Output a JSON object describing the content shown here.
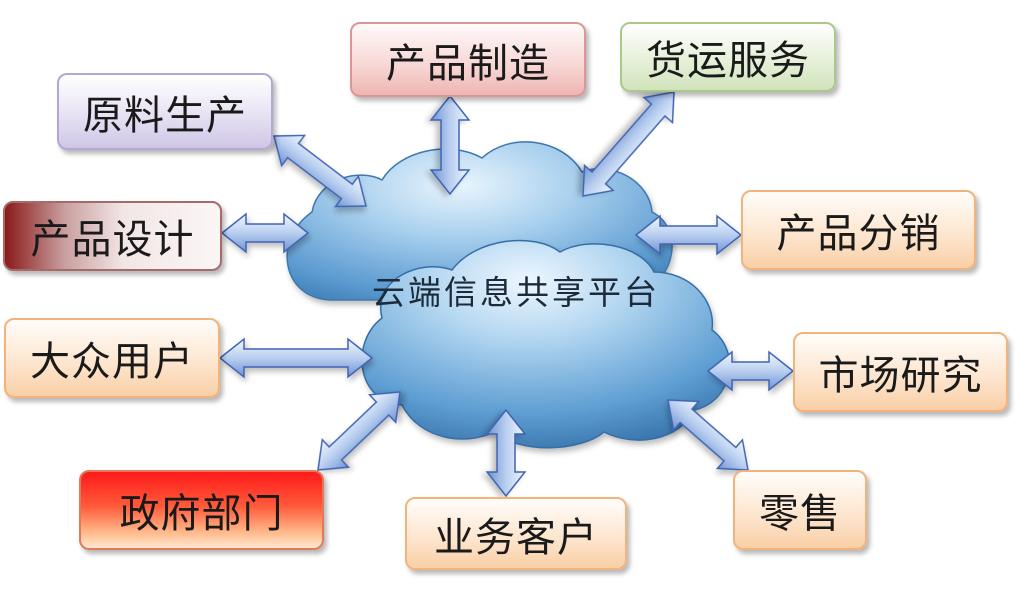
{
  "center": {
    "label": "云端信息共享平台"
  },
  "nodes": {
    "product_manufacturing": "产品制造",
    "freight_services": "货运服务",
    "raw_material_production": "原料生产",
    "product_design": "产品设计",
    "product_distribution": "产品分销",
    "public_users": "大众用户",
    "market_research": "市场研究",
    "government_departments": "政府部门",
    "business_customers": "业务客户",
    "retail": "零售"
  },
  "colors": {
    "arrow_light": "#d9e6f8",
    "arrow_dark": "#3f64b4",
    "cloud_light": "#b6d8f0",
    "cloud_dark": "#2f6fa8"
  }
}
